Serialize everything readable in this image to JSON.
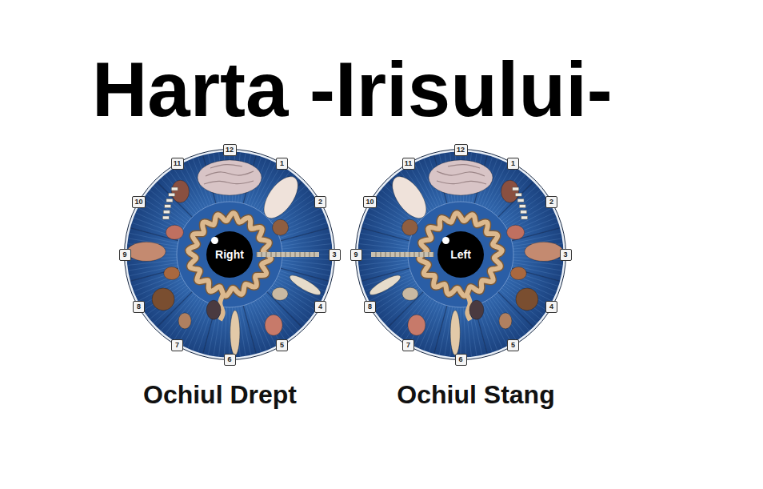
{
  "diagram": {
    "title": "Harta -Irisului-",
    "nodes": [
      {
        "text": [
          "Ochiul Drept"
        ]
      },
      {
        "text": [
          "Right"
        ],
        "in": 0
      },
      {
        "text": [
          "1"
        ],
        "in": 0
      },
      {
        "text": [
          "2"
        ],
        "in": 0
      },
      {
        "text": [
          "3"
        ],
        "in": 0
      },
      {
        "text": [
          "4"
        ],
        "in": 0
      },
      {
        "text": [
          "5"
        ],
        "in": 0
      },
      {
        "text": [
          "6"
        ],
        "in": 0
      },
      {
        "text": [
          "7"
        ],
        "in": 0
      },
      {
        "text": [
          "8"
        ],
        "in": 0
      },
      {
        "text": [
          "9"
        ],
        "in": 0
      },
      {
        "text": [
          "10"
        ],
        "in": 0
      },
      {
        "text": [
          "11"
        ],
        "in": 0
      },
      {
        "text": [
          "12"
        ],
        "in": 0
      },
      {
        "text": [
          "Ochiul Stang"
        ]
      },
      {
        "text": [
          "Left"
        ],
        "in": 14
      },
      {
        "text": [
          "1"
        ],
        "in": 14
      },
      {
        "text": [
          "2"
        ],
        "in": 14
      },
      {
        "text": [
          "3"
        ],
        "in": 14
      },
      {
        "text": [
          "4"
        ],
        "in": 14
      },
      {
        "text": [
          "5"
        ],
        "in": 14
      },
      {
        "text": [
          "6"
        ],
        "in": 14
      },
      {
        "text": [
          "7"
        ],
        "in": 14
      },
      {
        "text": [
          "8"
        ],
        "in": 14
      },
      {
        "text": [
          "9"
        ],
        "in": 14
      },
      {
        "text": [
          "10"
        ],
        "in": 14
      },
      {
        "text": [
          "11"
        ],
        "in": 14
      },
      {
        "text": [
          "12"
        ],
        "in": 14
      }
    ]
  }
}
